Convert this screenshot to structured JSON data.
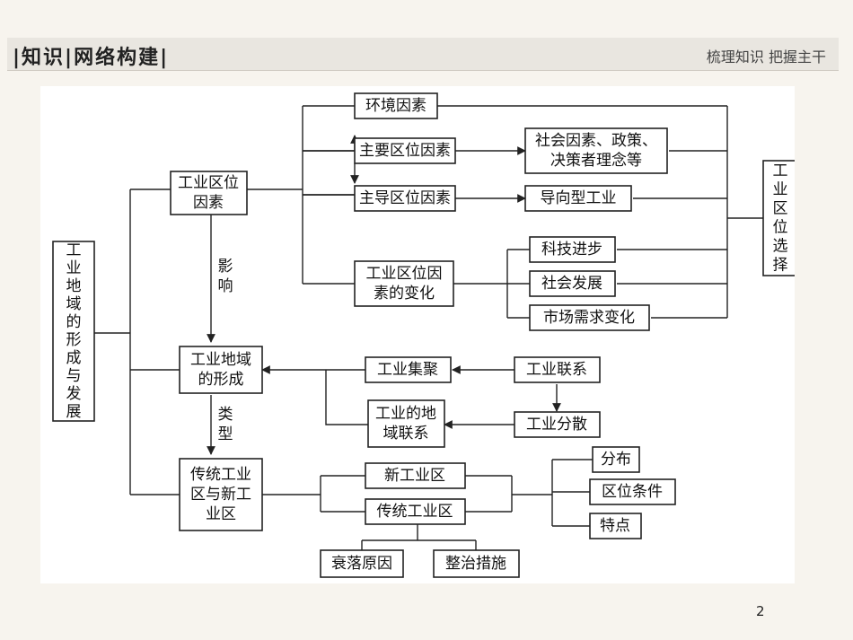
{
  "header": {
    "title": "|知识|网络构建|",
    "subtitle": "梳理知识 把握主干"
  },
  "page_number": "2",
  "diagram": {
    "root": "工业地域的形成与发展",
    "factors": [
      "工业区位",
      "因素"
    ],
    "env": "环境因素",
    "main": "主要区位因素",
    "social": [
      "社会因素、政策、",
      "决策者理念等"
    ],
    "leading": "主导区位因素",
    "oriented": "导向型工业",
    "change": [
      "工业区位因",
      "素的变化"
    ],
    "tech": "科技进步",
    "socdev": "社会发展",
    "market": "市场需求变化",
    "choice": "工业区位选择",
    "influence": "影响",
    "formation": [
      "工业地域",
      "的形成"
    ],
    "agglom": "工业集聚",
    "link": "工业联系",
    "regional": [
      "工业的地",
      "域联系"
    ],
    "disperse": "工业分散",
    "type": "类型",
    "traditional": [
      "传统工业",
      "区与新工",
      "业区"
    ],
    "newarea": "新工业区",
    "oldarea": "传统工业区",
    "decline": "衰落原因",
    "fix": "整治措施",
    "distribution": "分布",
    "conditions": "区位条件",
    "features": "特点"
  }
}
